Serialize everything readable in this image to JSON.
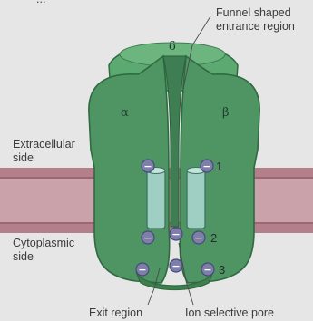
{
  "labels": {
    "top_partial": "...",
    "funnel": [
      "Funnel shaped",
      "entrance region"
    ],
    "extracellular": [
      "Extracellular",
      "side"
    ],
    "cytoplasmic": [
      "Cytoplasmic",
      "side"
    ],
    "exit_region": "Exit region",
    "ion_selective_pore": "Ion selective pore"
  },
  "subunits": {
    "delta": "δ",
    "alpha": "α",
    "beta": "β"
  },
  "rings": [
    "1",
    "2",
    "3"
  ],
  "charge_symbol": "−",
  "colors": {
    "background": "#e6e6e6",
    "membrane_band": "#caa2aa",
    "membrane_edge": "#a76c79",
    "protein_fill": "#4f9564",
    "protein_dark": "#2f6a40",
    "charge_fill": "#7d7fa8"
  }
}
